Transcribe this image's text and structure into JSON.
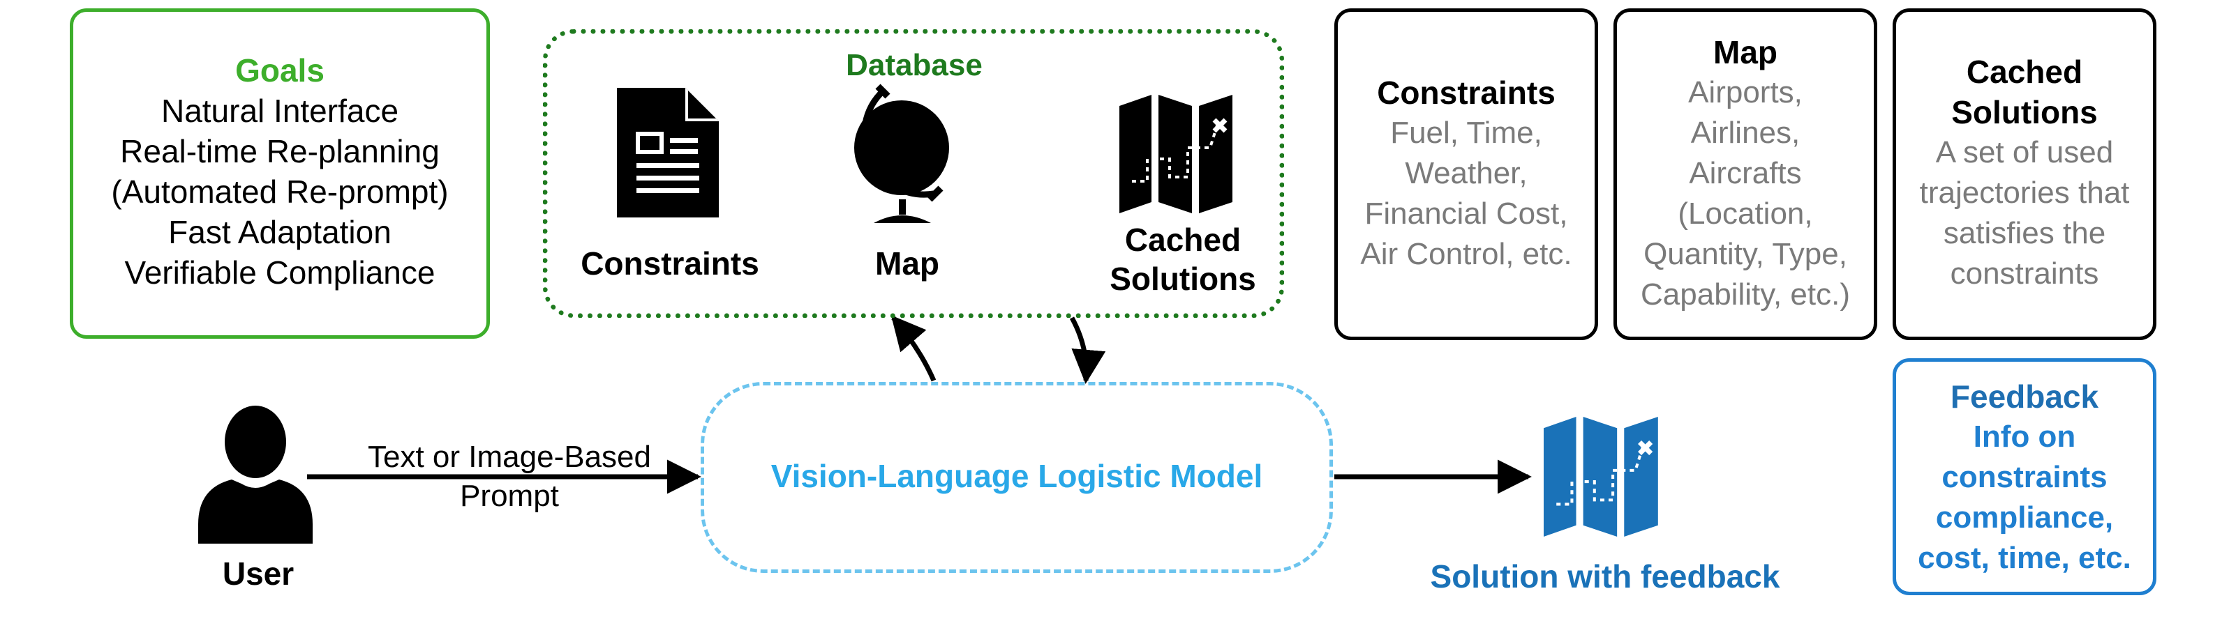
{
  "goals": {
    "title": "Goals",
    "items": [
      "Natural Interface",
      "Real-time Re-planning",
      "(Automated Re-prompt)",
      "Fast Adaptation",
      "Verifiable Compliance"
    ]
  },
  "database": {
    "title": "Database",
    "constraints_label": "Constraints",
    "map_label": "Map",
    "cached_label_line1": "Cached",
    "cached_label_line2": "Solutions"
  },
  "cards": [
    {
      "title_lines": [
        "Constraints"
      ],
      "body_lines": [
        "Fuel, Time,",
        "Weather,",
        "Financial Cost,",
        "Air Control, etc."
      ]
    },
    {
      "title_lines": [
        "Map"
      ],
      "body_lines": [
        "Airports,",
        "Airlines,",
        "Aircrafts",
        "(Location,",
        "Quantity, Type,",
        "Capability, etc.)"
      ]
    },
    {
      "title_lines": [
        "Cached",
        "Solutions"
      ],
      "body_lines": [
        "A set of used",
        "trajectories that",
        "satisfies the",
        "constraints"
      ]
    }
  ],
  "feedback": {
    "title": "Feedback",
    "body_lines": [
      "Info on",
      "constraints",
      "compliance,",
      "cost, time, etc."
    ]
  },
  "user": {
    "label": "User"
  },
  "prompt": {
    "line1": "Text or Image-Based",
    "line2": "Prompt"
  },
  "model": {
    "label": "Vision-Language Logistic Model"
  },
  "solution": {
    "label": "Solution with feedback"
  },
  "colors": {
    "goals_border": "#3dae2b",
    "database_border": "#1e7a1e",
    "model_border": "#6cc4ee",
    "feedback_border": "#1f7fd0",
    "solution_icon": "#1a72b8"
  }
}
